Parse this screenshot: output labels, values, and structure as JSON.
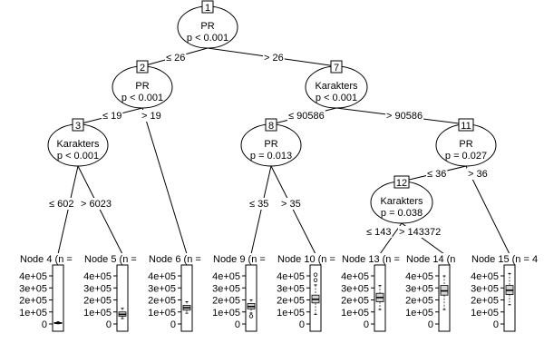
{
  "inner_nodes": [
    {
      "id": "1",
      "var": "PR",
      "p": "p < 0.001"
    },
    {
      "id": "2",
      "var": "PR",
      "p": "p < 0.001"
    },
    {
      "id": "3",
      "var": "Karakters",
      "p": "p < 0.001"
    },
    {
      "id": "7",
      "var": "Karakters",
      "p": "p < 0.001"
    },
    {
      "id": "8",
      "var": "PR",
      "p": "p = 0.013"
    },
    {
      "id": "11",
      "var": "PR",
      "p": "p = 0.027"
    },
    {
      "id": "12",
      "var": "Karakters",
      "p": "p = 0.038"
    }
  ],
  "edge_labels": [
    {
      "from": "1",
      "to": "2",
      "text": "≤ 26"
    },
    {
      "from": "1",
      "to": "7",
      "text": "> 26"
    },
    {
      "from": "2",
      "to": "3",
      "text": "≤ 19"
    },
    {
      "from": "2",
      "to": "6",
      "text": "> 19"
    },
    {
      "from": "3",
      "to": "4",
      "text": "≤ 602"
    },
    {
      "from": "3",
      "to": "5",
      "text": "> 6023"
    },
    {
      "from": "7",
      "to": "8",
      "text": "≤ 90586"
    },
    {
      "from": "7",
      "to": "11",
      "text": "> 90586"
    },
    {
      "from": "8",
      "to": "9",
      "text": "≤ 35"
    },
    {
      "from": "8",
      "to": "10",
      "text": "> 35"
    },
    {
      "from": "11",
      "to": "12",
      "text": "≤ 36"
    },
    {
      "from": "11",
      "to": "15",
      "text": "> 36"
    },
    {
      "from": "12",
      "to": "13",
      "text": "≤ 143"
    },
    {
      "from": "12",
      "to": "14",
      "text": "> 143372"
    }
  ],
  "terminal_nodes": [
    {
      "id": "4",
      "label": "Node 4 (n =",
      "box": {
        "min": 2000,
        "q1": 5000,
        "median": 8000,
        "q3": 12000,
        "max": 18000
      },
      "outliers": []
    },
    {
      "id": "5",
      "label": "Node 5 (n =",
      "box": {
        "min": 45000,
        "q1": 65000,
        "median": 80000,
        "q3": 100000,
        "max": 130000
      },
      "outliers": []
    },
    {
      "id": "6",
      "label": "Node 6 (n =",
      "box": {
        "min": 90000,
        "q1": 115000,
        "median": 135000,
        "q3": 155000,
        "max": 185000
      },
      "outliers": []
    },
    {
      "id": "9",
      "label": "Node 9 (n =",
      "box": {
        "min": 90000,
        "q1": 125000,
        "median": 145000,
        "q3": 170000,
        "max": 200000
      },
      "outliers": [
        65000
      ]
    },
    {
      "id": "10",
      "label": "Node 10 (n =",
      "box": {
        "min": 80000,
        "q1": 175000,
        "median": 205000,
        "q3": 240000,
        "max": 325000
      },
      "outliers": [
        365000,
        410000
      ]
    },
    {
      "id": "13",
      "label": "Node 13 (n =",
      "box": {
        "min": 120000,
        "q1": 185000,
        "median": 220000,
        "q3": 255000,
        "max": 320000
      },
      "outliers": []
    },
    {
      "id": "14",
      "label": "Node 14 (n",
      "box": {
        "min": 120000,
        "q1": 240000,
        "median": 275000,
        "q3": 320000,
        "max": 400000
      },
      "outliers": []
    },
    {
      "id": "15",
      "label": "Node 15 (n = 4",
      "box": {
        "min": 160000,
        "q1": 245000,
        "median": 280000,
        "q3": 320000,
        "max": 420000
      },
      "outliers": []
    }
  ],
  "y_axis": {
    "range": [
      0,
      400000
    ],
    "ticks": [
      {
        "value": 400000,
        "label": "4e+05"
      },
      {
        "value": 300000,
        "label": "3e+05"
      },
      {
        "value": 200000,
        "label": "2e+05"
      },
      {
        "value": 100000,
        "label": "1e+05"
      },
      {
        "value": 0,
        "label": "0"
      }
    ]
  }
}
